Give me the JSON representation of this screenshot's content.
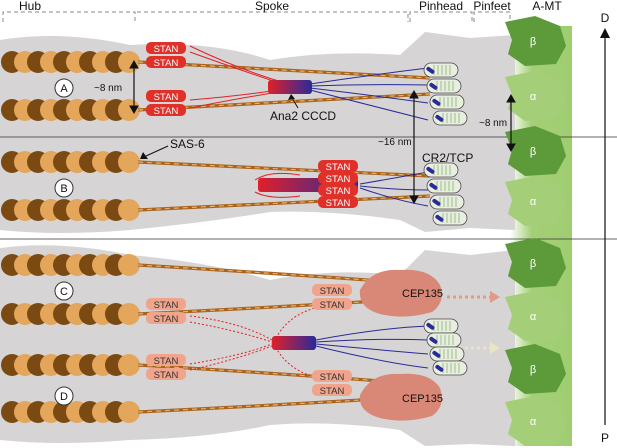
{
  "header": {
    "hub": "Hub",
    "spoke": "Spoke",
    "pinhead": "Pinhead",
    "pinfeet": "Pinfeet",
    "amt": "A-MT"
  },
  "axis": {
    "top": "D",
    "bottom": "P"
  },
  "panels": {
    "a": "A",
    "b": "B",
    "c": "C",
    "d": "D"
  },
  "labels": {
    "stan": "STAN",
    "ana2": "Ana2 CCCD",
    "sas6": "SAS-6",
    "cr2": "CR2/TCP",
    "cep135": "CEP135",
    "dist_8nm_left": "~8 nm",
    "dist_16nm": "~16 nm",
    "dist_8nm_right": "~8 nm"
  },
  "tubulin": {
    "beta": "β",
    "alpha": "α"
  },
  "colors": {
    "hub_dark": "#7a4a12",
    "hub_light": "#e3a65a",
    "stan_red": "#e0302a",
    "stan_pale": "#f0a48c",
    "ana2_red": "#e0202a",
    "ana2_blue": "#2a2a9a",
    "cep135": "#d98878",
    "mt_dark": "#5d9a3a",
    "mt_light": "#a4cf78",
    "shadow": "#d6d4d4"
  }
}
